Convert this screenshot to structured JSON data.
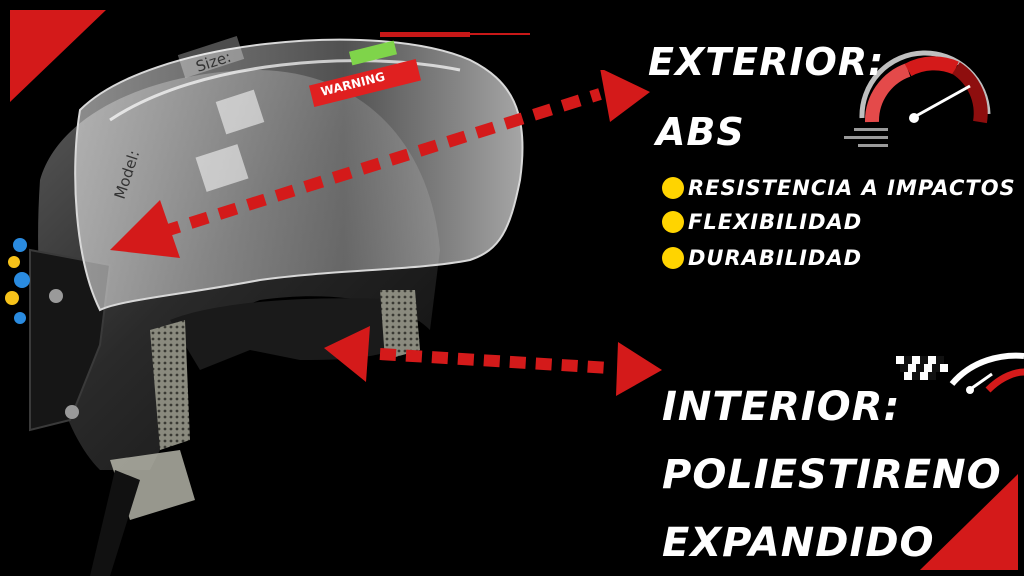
{
  "exterior": {
    "heading": "EXTERIOR:",
    "material": "ABS",
    "features": [
      "RESISTENCIA A IMPACTOS",
      "FLEXIBILIDAD",
      "DURABILIDAD"
    ]
  },
  "interior": {
    "heading": "INTERIOR:",
    "material_line1": "POLIESTIRENO",
    "material_line2": "EXPANDIDO"
  },
  "helmet": {
    "visor_labels": [
      "Model:",
      "Size:",
      "WARNING"
    ]
  },
  "colors": {
    "background": "#000000",
    "accent_red": "#d41a1a",
    "bullet_yellow": "#ffd400",
    "text": "#ffffff"
  },
  "icons": [
    "speedometer-icon",
    "checkered-flag-speedometer-icon"
  ]
}
